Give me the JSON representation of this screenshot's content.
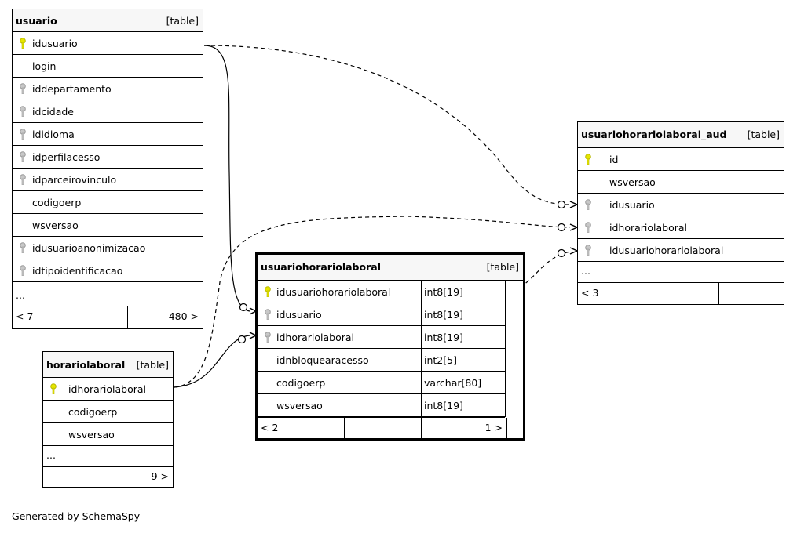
{
  "tables": {
    "usuario": {
      "name": "usuario",
      "type": "[table]",
      "columns": [
        "idusuario",
        "login",
        "iddepartamento",
        "idcidade",
        "ididioma",
        "idperfilacesso",
        "idparceirovinculo",
        "codigoerp",
        "wsversao",
        "idusuarioanonimizacao",
        "idtipoidentificacao"
      ],
      "more": "...",
      "footer": [
        "< 7",
        "",
        "480 >"
      ]
    },
    "horariolaboral": {
      "name": "horariolaboral",
      "type": "[table]",
      "columns": [
        "idhorariolaboral",
        "codigoerp",
        "wsversao"
      ],
      "more": "...",
      "footer": [
        "",
        "",
        "9 >"
      ]
    },
    "usuariohorariolaboral": {
      "name": "usuariohorariolaboral",
      "type": "[table]",
      "columns": [
        {
          "name": "idusuariohorariolaboral",
          "type": "int8[19]"
        },
        {
          "name": "idusuario",
          "type": "int8[19]"
        },
        {
          "name": "idhorariolaboral",
          "type": "int8[19]"
        },
        {
          "name": "idnbloquearacesso",
          "type": "int2[5]"
        },
        {
          "name": "codigoerp",
          "type": "varchar[80]"
        },
        {
          "name": "wsversao",
          "type": "int8[19]"
        }
      ],
      "footer": [
        "< 2",
        "",
        "1 >"
      ]
    },
    "usuariohorariolaboral_aud": {
      "name": "usuariohorariolaboral_aud",
      "type": "[table]",
      "columns": [
        "id",
        "wsversao",
        "idusuario",
        "idhorariolaboral",
        "idusuariohorariolaboral"
      ],
      "more": "...",
      "footer": [
        "< 3",
        "",
        ""
      ]
    }
  },
  "icons": {
    "primary_key_color": "#e6e600",
    "foreign_key_color": "#a8a8a8"
  },
  "generated_by": "Generated by SchemaSpy"
}
